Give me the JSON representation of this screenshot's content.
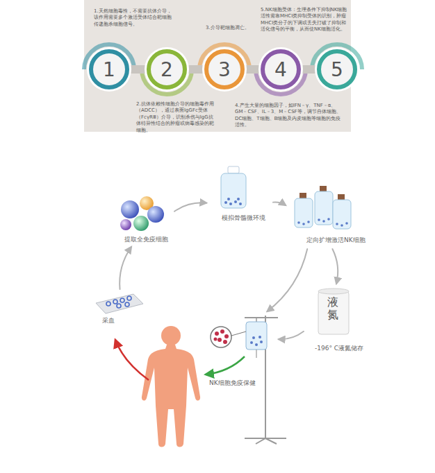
{
  "diagram": {
    "nodes": [
      {
        "text": [
          "1"
        ]
      },
      {
        "text": [
          "2"
        ]
      },
      {
        "text": [
          "3"
        ]
      },
      {
        "text": [
          "4"
        ]
      },
      {
        "text": [
          "5"
        ]
      },
      {
        "text": [
          "提取全免疫细胞"
        ]
      },
      {
        "text": [
          "模拟骨髓微环境"
        ]
      },
      {
        "text": [
          "定向扩增激活NK细胞"
        ]
      },
      {
        "text": [
          "采血"
        ]
      },
      {
        "text": [
          "液氮",
          "-196° C液氮储存"
        ]
      },
      {
        "text": [
          "NK细胞免疫保健"
        ]
      }
    ],
    "edges": [
      {
        "from": 0,
        "to": 1,
        "arrow": "none"
      },
      {
        "from": 1,
        "to": 2,
        "arrow": "none"
      },
      {
        "from": 2,
        "to": 3,
        "arrow": "none"
      },
      {
        "from": 3,
        "to": 4,
        "arrow": "none"
      },
      {
        "from": 8,
        "to": 5,
        "arrow": "to"
      },
      {
        "from": 5,
        "to": 6,
        "arrow": "to"
      },
      {
        "from": 6,
        "to": 7,
        "arrow": "to"
      },
      {
        "from": 7,
        "to": 9,
        "arrow": "to"
      },
      {
        "from": 7,
        "to": 10,
        "arrow": "to"
      },
      {
        "from": 9,
        "to": 10,
        "arrow": "to"
      }
    ],
    "labels": [
      "1.天然细胞毒性，不需要抗体介导，该作用需要多个激活受体结合靶细胞传递胞杀细胞信号。",
      "2.抗体依赖性细胞介导的细胞毒作用（ADCC），通过表面IgGFc受体（FcγRⅢ）介导，识别杀伤与IgG抗体特异性结合的肿瘤或病毒感染的靶细胞。",
      "3.介导靶细胞凋亡。",
      "4.产生大量的细胞因子，如IFN－γ、TNF－α、GM－CSF、IL－3、M－CSF等，调节自体细胞、DC细胞、T细胞、B细胞及内皮细胞等细胞的免疫活性。",
      "5.NK细胞受体：生理条件下抑制NK细胞活性需靠MHCI类抑制受体的识别，肿瘤MHCI类分子的下调或丢失打破了抑制和活化信号的平衡，从而使NK细胞活化。"
    ]
  }
}
